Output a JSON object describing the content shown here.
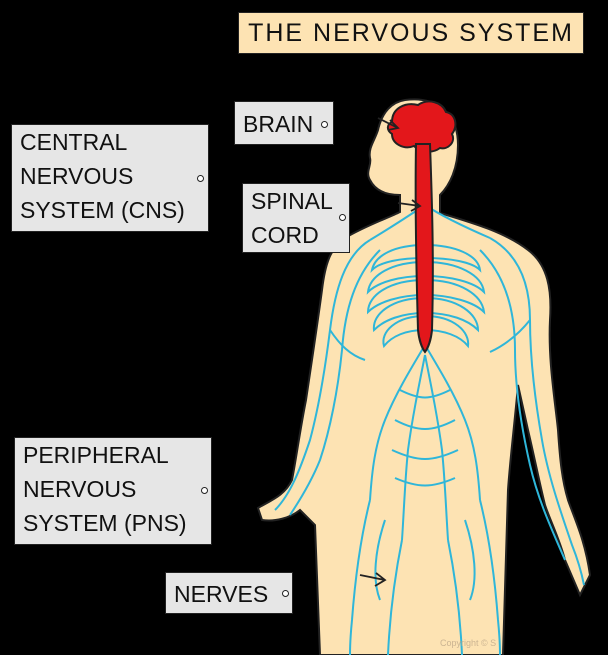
{
  "title": "THE NERVOUS SYSTEM",
  "labels": {
    "brain": "BRAIN",
    "spinal_cord": [
      "SPINAL",
      "CORD"
    ],
    "cns": [
      "CENTRAL",
      "NERVOUS",
      "SYSTEM (CNS)"
    ],
    "pns": [
      "PERIPHERAL",
      "NERVOUS",
      "SYSTEM (PNS)"
    ],
    "nerves": "NERVES"
  },
  "watermark": "Copyright © S",
  "colors": {
    "background": "#000000",
    "skin": "#fde3b3",
    "nerve": "#2fb6d9",
    "cns": "#e3171b",
    "tag": "#e6e6e6"
  }
}
